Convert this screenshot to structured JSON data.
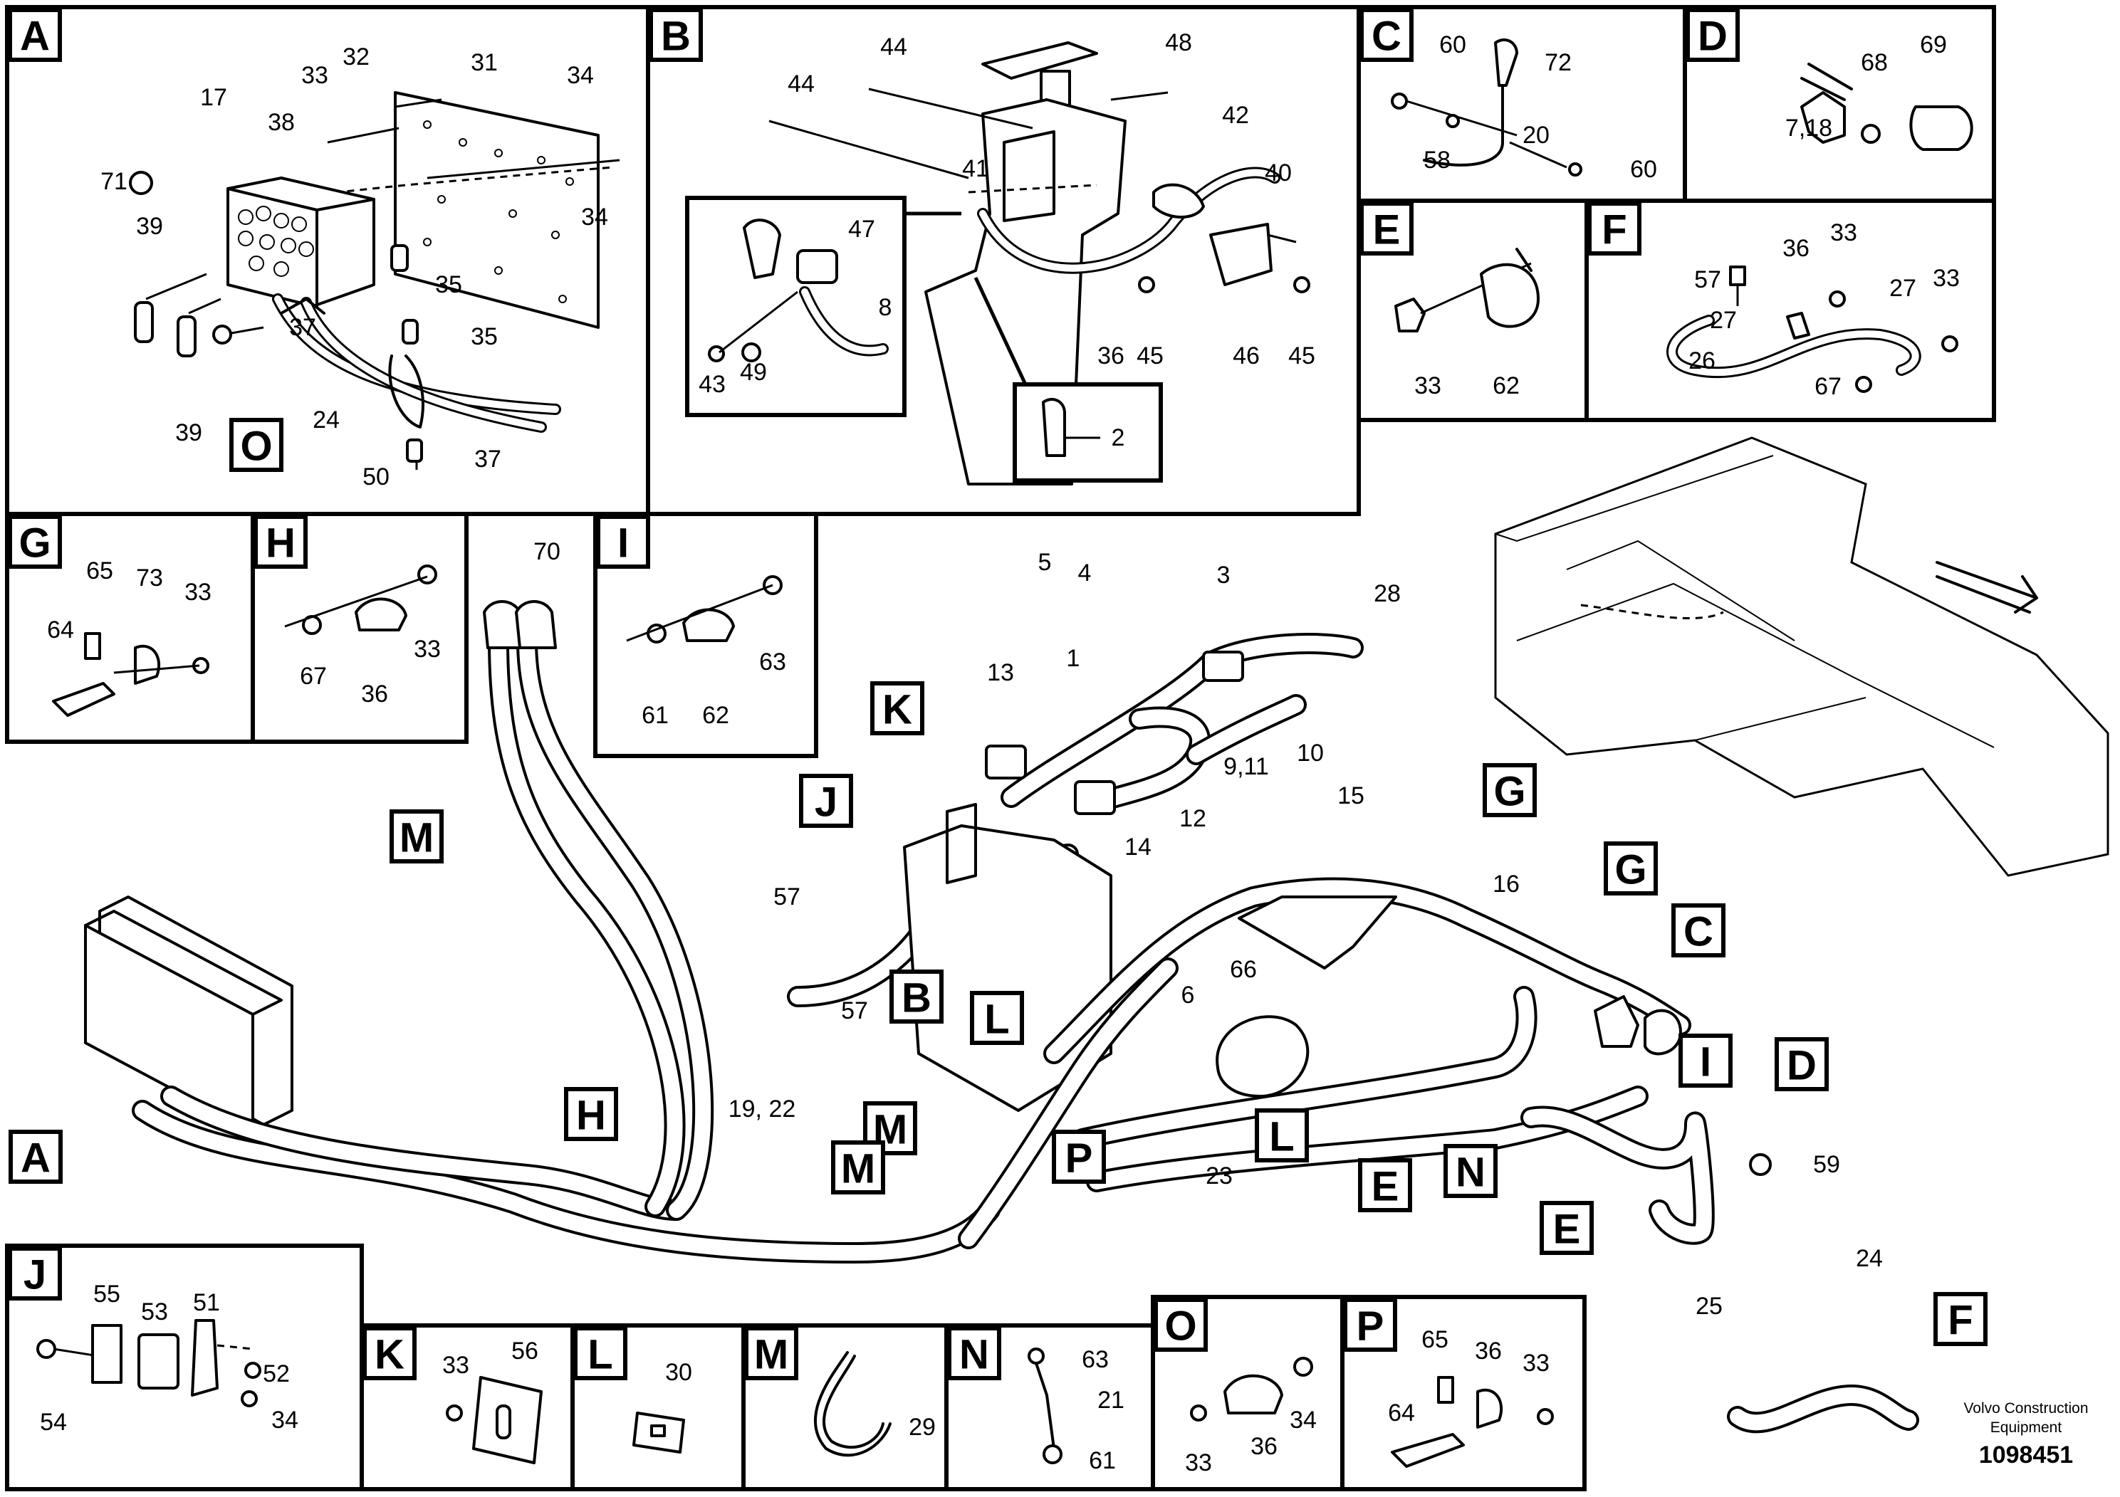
{
  "diagram": {
    "publisher_line_1": "Volvo Construction",
    "publisher_line_2": "Equipment",
    "document_number": "1098451",
    "panel_letters": [
      "A",
      "B",
      "C",
      "D",
      "E",
      "F",
      "G",
      "H",
      "I",
      "J",
      "K",
      "L",
      "M",
      "N",
      "O",
      "P"
    ],
    "main_view_callouts": [
      "A",
      "B",
      "C",
      "D",
      "E",
      "E",
      "F",
      "G",
      "G",
      "H",
      "I",
      "J",
      "K",
      "L",
      "L",
      "M",
      "M",
      "M",
      "N",
      "P"
    ],
    "detail_callouts": [
      "O"
    ],
    "part_numbers": {
      "panel_a": [
        "17",
        "33",
        "32",
        "31",
        "34",
        "34",
        "38",
        "71",
        "39",
        "39",
        "35",
        "35",
        "37",
        "37",
        "24",
        "50"
      ],
      "panel_b": [
        "44",
        "44",
        "48",
        "42",
        "41",
        "40",
        "47",
        "8",
        "43",
        "49",
        "36",
        "45",
        "46",
        "45",
        "2"
      ],
      "panel_c": [
        "60",
        "72",
        "58",
        "20",
        "60"
      ],
      "panel_d": [
        "68",
        "69",
        "7,18"
      ],
      "panel_e": [
        "33",
        "62"
      ],
      "panel_f": [
        "57",
        "36",
        "33",
        "27",
        "33",
        "27",
        "26",
        "67"
      ],
      "panel_g": [
        "65",
        "73",
        "33",
        "64"
      ],
      "panel_h": [
        "67",
        "36",
        "33"
      ],
      "panel_i": [
        "63",
        "61",
        "62"
      ],
      "panel_j": [
        "55",
        "53",
        "51",
        "52",
        "54",
        "34"
      ],
      "panel_k": [
        "33",
        "56"
      ],
      "panel_l": [
        "30"
      ],
      "panel_m": [
        "29"
      ],
      "panel_n": [
        "63",
        "21",
        "61"
      ],
      "panel_o": [
        "33",
        "36",
        "34"
      ],
      "panel_p": [
        "65",
        "36",
        "33",
        "64"
      ],
      "main_view": [
        "70",
        "5",
        "4",
        "3",
        "28",
        "13",
        "1",
        "9,11",
        "10",
        "15",
        "12",
        "14",
        "57",
        "57",
        "16",
        "66",
        "6",
        "19, 22",
        "23",
        "59",
        "24",
        "25"
      ]
    }
  }
}
